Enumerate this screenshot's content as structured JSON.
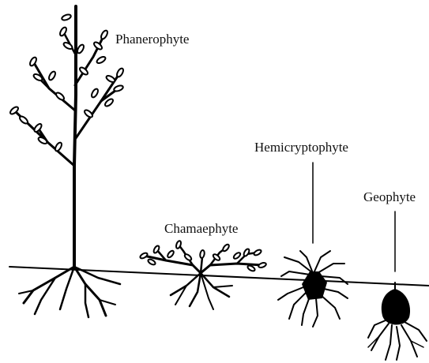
{
  "labels": {
    "phanerophyte": "Phanerophyte",
    "chamaephyte": "Chamaephyte",
    "hemicryptophyte": "Hemicryptophyte",
    "geophyte": "Geophyte"
  },
  "colors": {
    "ink": "#000000",
    "background": "#ffffff"
  }
}
